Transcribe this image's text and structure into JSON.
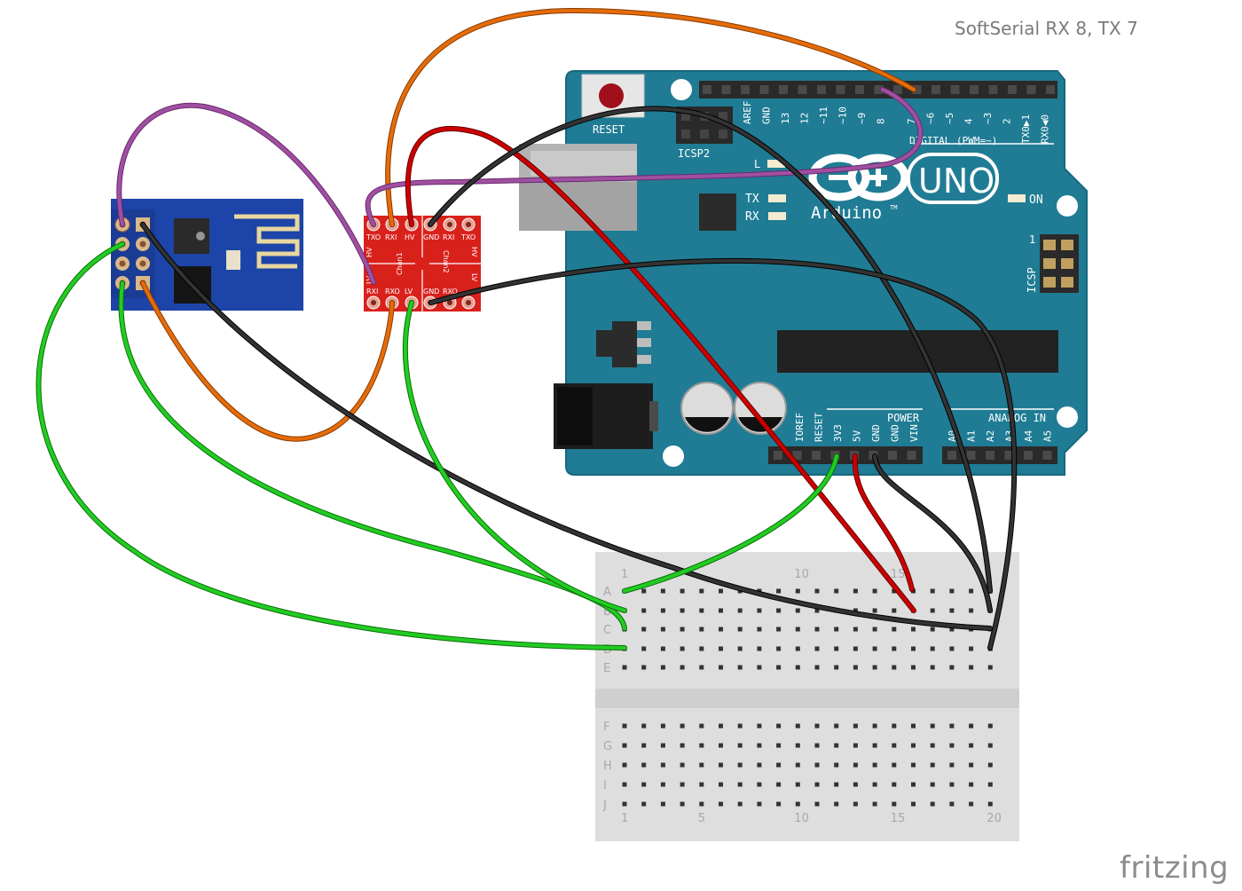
{
  "caption": "SoftSerial RX 8, TX 7",
  "brand": "fritzing",
  "arduino": {
    "logo": "UNO",
    "name": "Arduino",
    "trademark": "TM",
    "reset": "RESET",
    "icsp2": "ICSP2",
    "icsp": "ICSP",
    "icsp_pin1": "1",
    "digital": "DIGITAL (PWM=~)",
    "power": "POWER",
    "analog": "ANALOG IN",
    "on": "ON",
    "led_l": "L",
    "led_tx": "TX",
    "led_rx": "RX",
    "top_pins": [
      "AREF",
      "GND",
      "13",
      "12",
      "~11",
      "~10",
      "~9",
      "8",
      "7",
      "~6",
      "~5",
      "4",
      "~3",
      "2",
      "TX0▶1",
      "RX0◀0"
    ],
    "power_pins": [
      "IOREF",
      "RESET",
      "3V3",
      "5V",
      "GND",
      "GND",
      "VIN"
    ],
    "analog_pins": [
      "A0",
      "A1",
      "A2",
      "A3",
      "A4",
      "A5"
    ]
  },
  "level_shifter": {
    "top_left": [
      "TXO",
      "RXI",
      "HV",
      "GND"
    ],
    "top_right": [
      "RXI",
      "TXO"
    ],
    "side_left_top": "HV",
    "side_left_bottom": "LV",
    "side_right_top": "HV",
    "side_right_bottom": "LV",
    "chan1": "Chan1",
    "chan2": "Chan2",
    "bottom_left": [
      "RXI",
      "RXO",
      "LV",
      "GND"
    ],
    "bottom_right": [
      "RXO"
    ]
  },
  "breadboard": {
    "rows_top": [
      "A",
      "B",
      "C",
      "D",
      "E"
    ],
    "rows_bottom": [
      "F",
      "G",
      "H",
      "I",
      "J"
    ],
    "col_numbers_top": [
      "1",
      "10",
      "15"
    ],
    "col_numbers_bottom": [
      "1",
      "5",
      "10",
      "15",
      "20"
    ]
  },
  "colors": {
    "arduino": "#1f7c94",
    "shifter": "#d9211c",
    "esp": "#1d44a8",
    "orange": "#e46c0a",
    "purple": "#a050a0",
    "red": "#cc0000",
    "black": "#222222",
    "green": "#22bb22"
  }
}
